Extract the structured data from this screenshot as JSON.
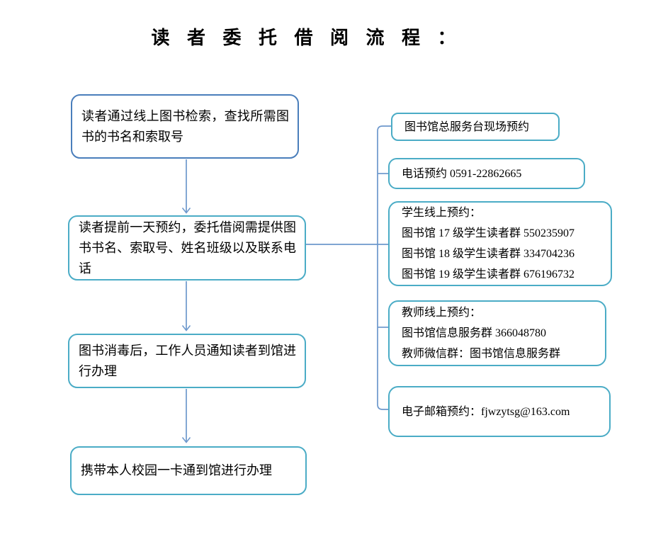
{
  "title": "读 者 委 托 借 阅 流 程 ：",
  "colors": {
    "step1_border": "#4a7ebb",
    "other_border": "#4bacc6",
    "connector": "#6d98cc",
    "text": "#000000",
    "background": "#ffffff"
  },
  "flow": {
    "steps": [
      {
        "text": "读者通过线上图书检索，查找所需图书的书名和索取号"
      },
      {
        "text": "读者提前一天预约，委托借阅需提供图书书名、索取号、姓名班级以及联系电话"
      },
      {
        "text": "图书消毒后，工作人员通知读者到馆进行办理"
      },
      {
        "text": "携带本人校园一卡通到馆进行办理"
      }
    ],
    "channels": [
      {
        "lines": [
          "图书馆总服务台现场预约"
        ]
      },
      {
        "lines": [
          "电话预约 0591-22862665"
        ]
      },
      {
        "lines": [
          "学生线上预约：",
          "图书馆 17 级学生读者群 550235907",
          "图书馆 18 级学生读者群 334704236",
          "图书馆 19 级学生读者群 676196732"
        ]
      },
      {
        "lines": [
          "教师线上预约：",
          "图书馆信息服务群 366048780",
          "教师微信群：图书馆信息服务群"
        ]
      },
      {
        "lines": [
          "电子邮箱预约：fjwzytsg@163.com"
        ]
      }
    ]
  }
}
